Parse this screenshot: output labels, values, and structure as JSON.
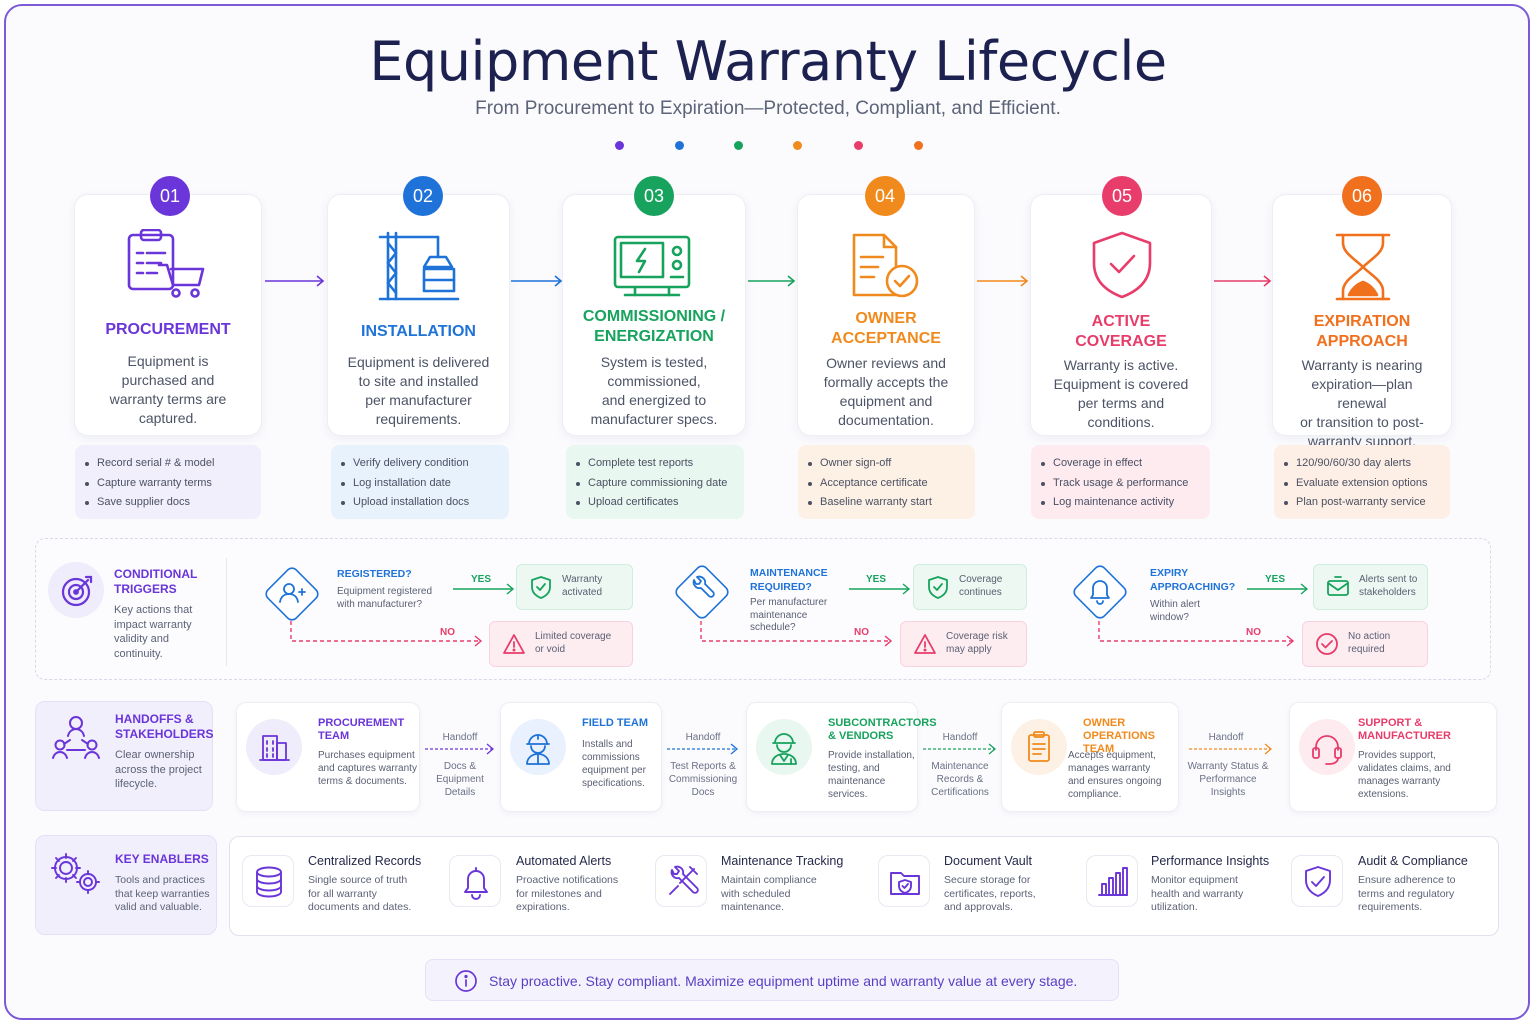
{
  "title": "Equipment Warranty Lifecycle",
  "subtitle": "From Procurement to Expiration—Protected, Compliant, and Efficient.",
  "colors": {
    "purple": "#6a35d9",
    "blue": "#1f73d8",
    "green": "#17a35d",
    "orange": "#f18a1c",
    "pink": "#e83c6a",
    "deep_orange": "#f0701d",
    "navy": "#1c2150"
  },
  "stages": [
    {
      "num": "01",
      "title_lines": [
        "PROCUREMENT"
      ],
      "desc_lines": [
        "Equipment is",
        "purchased and",
        "warranty terms are",
        "captured."
      ],
      "icon": "clipboard-cart-icon",
      "checklist": [
        "Record serial # & model",
        "Capture warranty terms",
        "Save supplier docs"
      ]
    },
    {
      "num": "02",
      "title_lines": [
        "INSTALLATION"
      ],
      "desc_lines": [
        "Equipment is delivered",
        "to site and installed",
        "per manufacturer",
        "requirements."
      ],
      "icon": "crane-icon",
      "checklist": [
        "Verify delivery condition",
        "Log installation date",
        "Upload installation docs"
      ]
    },
    {
      "num": "03",
      "title_lines": [
        "COMMISSIONING /",
        "ENERGIZATION"
      ],
      "desc_lines": [
        "System is tested,",
        "commissioned,",
        "and energized to",
        "manufacturer specs."
      ],
      "icon": "control-panel-icon",
      "checklist": [
        "Complete test reports",
        "Capture commissioning date",
        "Upload certificates"
      ]
    },
    {
      "num": "04",
      "title_lines": [
        "OWNER",
        "ACCEPTANCE"
      ],
      "desc_lines": [
        "Owner reviews and",
        "formally accepts the",
        "equipment and",
        "documentation."
      ],
      "icon": "document-check-icon",
      "checklist": [
        "Owner sign-off",
        "Acceptance certificate",
        "Baseline warranty start"
      ]
    },
    {
      "num": "05",
      "title_lines": [
        "ACTIVE",
        "COVERAGE"
      ],
      "desc_lines": [
        "Warranty is active.",
        "Equipment is covered",
        "per terms and",
        "conditions."
      ],
      "icon": "shield-check-icon",
      "checklist": [
        "Coverage in effect",
        "Track usage & performance",
        "Log maintenance activity"
      ]
    },
    {
      "num": "06",
      "title_lines": [
        "EXPIRATION",
        "APPROACH"
      ],
      "desc_lines": [
        "Warranty is nearing",
        "expiration—plan renewal",
        "or transition to post-",
        "warranty support."
      ],
      "icon": "hourglass-icon",
      "checklist": [
        "120/90/60/30 day alerts",
        "Evaluate extension options",
        "Plan post-warranty service"
      ]
    }
  ],
  "triggers": {
    "title_lines": [
      "CONDITIONAL",
      "TRIGGERS"
    ],
    "desc_lines": [
      "Key actions that",
      "impact warranty",
      "validity and",
      "continuity."
    ],
    "yes_label": "YES",
    "no_label": "NO",
    "items": [
      {
        "q_lines": [
          "REGISTERED?"
        ],
        "d_lines": [
          "Equipment registered",
          "with manufacturer?"
        ],
        "yes_lines": [
          "Warranty",
          "activated"
        ],
        "no_lines": [
          "Limited coverage",
          "or void"
        ]
      },
      {
        "q_lines": [
          "MAINTENANCE",
          "REQUIRED?"
        ],
        "d_lines": [
          "Per manufacturer",
          "maintenance",
          "schedule?"
        ],
        "yes_lines": [
          "Coverage",
          "continues"
        ],
        "no_lines": [
          "Coverage risk",
          "may apply"
        ]
      },
      {
        "q_lines": [
          "EXPIRY",
          "APPROACHING?"
        ],
        "d_lines": [
          "Within alert",
          "window?"
        ],
        "yes_lines": [
          "Alerts sent to",
          "stakeholders"
        ],
        "no_lines": [
          "No action",
          "required"
        ]
      }
    ]
  },
  "handoffs": {
    "title_lines": [
      "HANDOFFS &",
      "STAKEHOLDERS"
    ],
    "desc_lines": [
      "Clear ownership",
      "across the project",
      "lifecycle."
    ],
    "handoff_label": "Handoff",
    "roles": [
      {
        "title_lines": [
          "PROCUREMENT",
          "TEAM"
        ],
        "desc_lines": [
          "Purchases equipment",
          "and captures warranty",
          "terms & documents."
        ]
      },
      {
        "title_lines": [
          "FIELD TEAM"
        ],
        "desc_lines": [
          "Installs and",
          "commissions",
          "equipment per",
          "specifications."
        ]
      },
      {
        "title_lines": [
          "SUBCONTRACTORS",
          "& VENDORS"
        ],
        "desc_lines": [
          "Provide installation,",
          "testing, and",
          "maintenance",
          "services."
        ]
      },
      {
        "title_lines": [
          "OWNER OPERATIONS",
          "TEAM"
        ],
        "desc_lines": [
          "Accepts equipment,",
          "manages warranty",
          "and ensures ongoing",
          "compliance."
        ]
      },
      {
        "title_lines": [
          "SUPPORT &",
          "MANUFACTURER"
        ],
        "desc_lines": [
          "Provides support,",
          "validates claims,  and",
          "manages warranty",
          "extensions."
        ]
      }
    ],
    "transfers": [
      {
        "lines": [
          "Docs &",
          "Equipment",
          "Details"
        ]
      },
      {
        "lines": [
          "Test Reports &",
          "Commissioning",
          "Docs"
        ]
      },
      {
        "lines": [
          "Maintenance",
          "Records &",
          "Certifications"
        ]
      },
      {
        "lines": [
          "Warranty Status &",
          "Performance",
          "Insights"
        ]
      }
    ]
  },
  "enablers": {
    "title": "KEY ENABLERS",
    "desc_lines": [
      "Tools and practices",
      "that keep warranties",
      "valid and valuable."
    ],
    "items": [
      {
        "title": "Centralized Records",
        "icon": "database-icon",
        "desc_lines": [
          "Single source of truth",
          "for all warranty",
          "documents and dates."
        ]
      },
      {
        "title": "Automated Alerts",
        "icon": "bell-icon",
        "desc_lines": [
          "Proactive notifications",
          "for milestones and",
          "expirations."
        ]
      },
      {
        "title": "Maintenance Tracking",
        "icon": "tools-icon",
        "desc_lines": [
          "Maintain compliance",
          "with scheduled",
          "maintenance."
        ]
      },
      {
        "title": "Document Vault",
        "icon": "folder-shield-icon",
        "desc_lines": [
          "Secure storage for",
          "certificates, reports,",
          "and approvals."
        ]
      },
      {
        "title": "Performance Insights",
        "icon": "bar-chart-icon",
        "desc_lines": [
          "Monitor equipment",
          "health and warranty",
          "utilization."
        ]
      },
      {
        "title": "Audit & Compliance",
        "icon": "shield-check-icon",
        "desc_lines": [
          "Ensure adherence to",
          "terms and regulatory",
          "requirements."
        ]
      }
    ]
  },
  "footer": "Stay proactive. Stay compliant. Maximize equipment uptime and warranty value at every stage."
}
